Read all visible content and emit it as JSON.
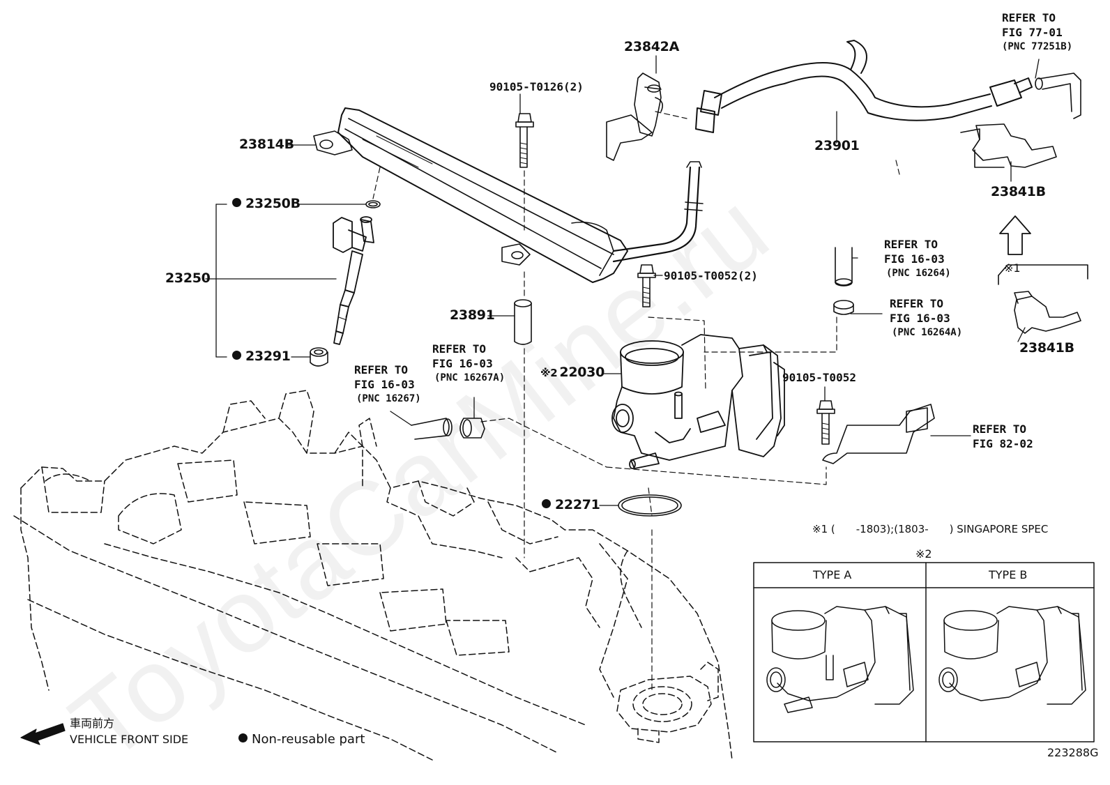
{
  "parts": {
    "p23814B": "23814B",
    "p23250B": "23250B",
    "p23250": "23250",
    "p23291": "23291",
    "p23891": "23891",
    "p22030": "22030",
    "p22271": "22271",
    "p23842A": "23842A",
    "p23901": "23901",
    "p23841B_top": "23841B",
    "p23841B_bottom": "23841B",
    "bolt_t0126": "90105-T0126(2)",
    "bolt_t0052_2": "90105-T0052(2)",
    "bolt_t0052": "90105-T0052"
  },
  "refs": {
    "fig7701": {
      "l1": "REFER TO",
      "l2": "FIG 77-01",
      "l3": "(PNC 77251B)"
    },
    "fig1603_a": {
      "l1": "REFER TO",
      "l2": "FIG 16-03",
      "l3": "(PNC 16264)"
    },
    "fig1603_b": {
      "l1": "REFER TO",
      "l2": "FIG 16-03",
      "l3": "(PNC 16264A)"
    },
    "fig1603_c": {
      "l1": "REFER TO",
      "l2": "FIG 16-03",
      "l3": "(PNC 16267A)"
    },
    "fig1603_d": {
      "l1": "REFER TO",
      "l2": "FIG 16-03",
      "l3": "(PNC 16267)"
    },
    "fig8202": {
      "l1": "REFER TO",
      "l2": "FIG 82-02"
    }
  },
  "notes": {
    "mark1": "※1",
    "mark2": "※2",
    "spec_note": "※1 (　　-1803);(1803-　　) SINGAPORE SPEC",
    "type_a": "TYPE A",
    "type_b": "TYPE B"
  },
  "legend": {
    "front_jp": "車両前方",
    "front_en": "VEHICLE FRONT SIDE",
    "non_reusable": "Non-reusable part"
  },
  "figure_id": "223288G",
  "watermark": "ToyotaCarMine.ru",
  "colors": {
    "ink": "#111111",
    "paper": "#ffffff"
  }
}
